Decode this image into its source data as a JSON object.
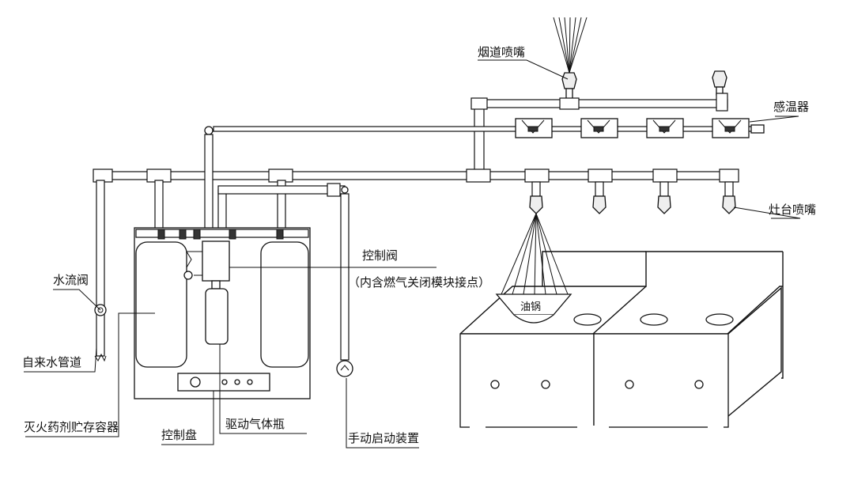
{
  "labels": {
    "flue_nozzle": "烟道喷嘴",
    "temp_sensor": "感温器",
    "stove_nozzle": "灶台喷嘴",
    "water_valve": "水流阀",
    "control_valve": "控制阀",
    "control_valve_note": "（内含燃气关闭模块接点）",
    "oil_pan": "油锅",
    "tap_water_pipe": "自来水管道",
    "agent_container": "灭火药剂贮存容器",
    "control_panel": "控制盘",
    "drive_gas_bottle": "驱动气体瓶",
    "manual_start_device": "手动启动装置"
  }
}
